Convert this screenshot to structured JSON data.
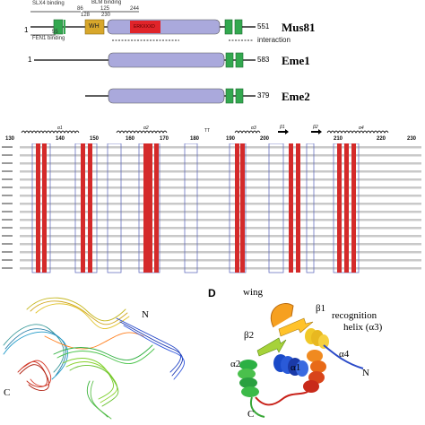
{
  "domains": {
    "mus81": {
      "name": "Mus81",
      "start": "1",
      "end": "551",
      "wh_label": "WH",
      "ern_label": "ERKXXXD",
      "interaction_label": "interaction",
      "annotations": {
        "slx4": "SLX4 binding",
        "slx4_end": "86",
        "blm": "BLM binding",
        "blm_start": "125",
        "blm_end": "244",
        "wh_start": "128",
        "wh_end": "230",
        "fen1": "FEN1 binding",
        "fen1_end": "55"
      }
    },
    "eme1": {
      "name": "Eme1",
      "start": "1",
      "end": "583"
    },
    "eme2": {
      "name": "Eme2",
      "end": "379"
    }
  },
  "alignment": {
    "positions": [
      "130",
      "140",
      "150",
      "160",
      "170",
      "180",
      "190",
      "200",
      "210",
      "220",
      "230"
    ],
    "secondary_structure": [
      "α1",
      "α2",
      "TT",
      "α3",
      "β1",
      "β2",
      "α4"
    ],
    "row_count": 16
  },
  "structure": {
    "panel_d": "D",
    "labels": {
      "wing": "wing",
      "beta1": "β1",
      "beta2": "β2",
      "recognition": "recognition",
      "helix": "helix (α3)",
      "alpha1": "α1",
      "alpha2": "α2",
      "alpha4": "α4",
      "n_term": "N",
      "c_term": "C"
    },
    "ensemble_n": "N",
    "ensemble_c": "C"
  },
  "colors": {
    "wh": "#d8a72b",
    "ern": "#e0242a",
    "body": "#aaa9dc",
    "hhh": "#33a84f",
    "conserved": "#d42a2a",
    "box": "#5460b8"
  }
}
